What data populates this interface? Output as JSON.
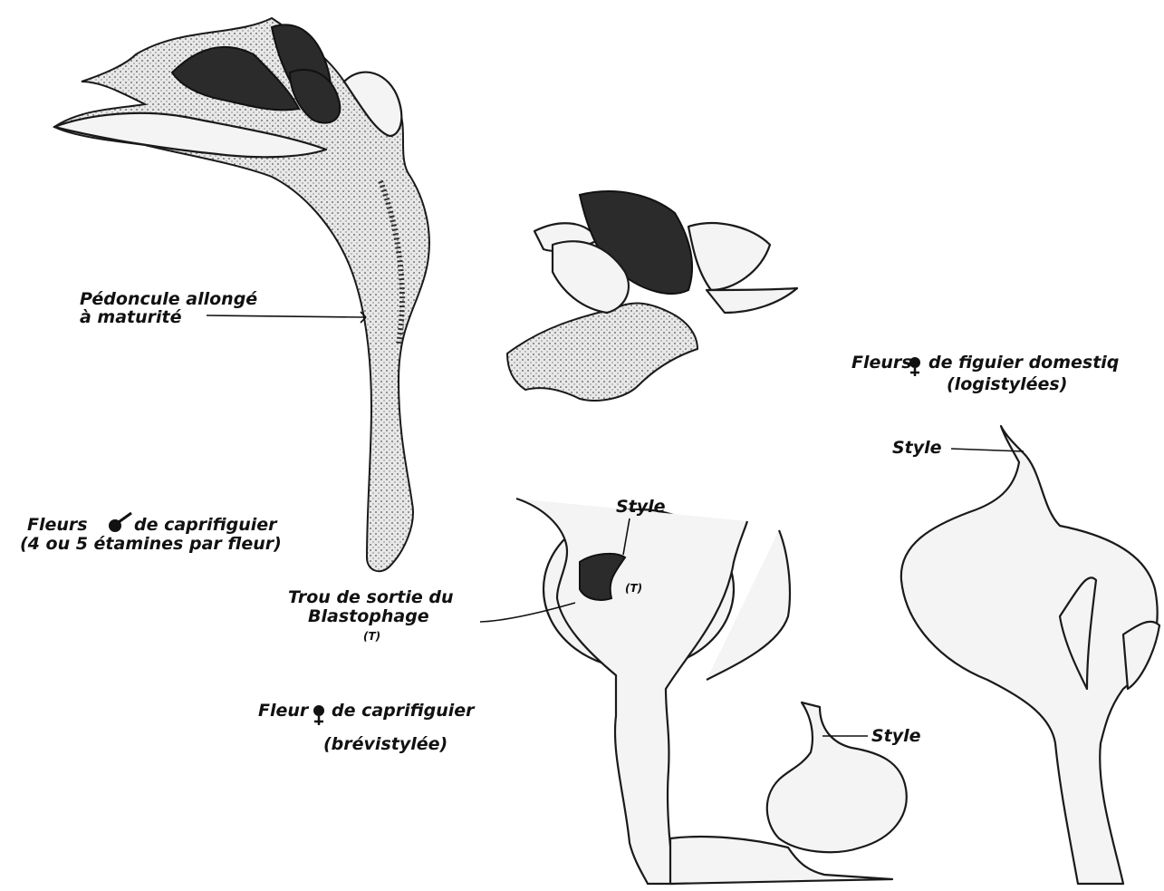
{
  "figure": {
    "labels": {
      "peduncle_line1": "Pédoncule allongé",
      "peduncle_line2": "à maturité",
      "male_flowers_line1": "Fleurs",
      "male_flowers_line1b": "de caprifiguier",
      "male_flowers_line2": "(4 ou 5 étamines par fleur)",
      "exit_hole_line1": "Trou de sortie du",
      "exit_hole_line2": "Blastophage",
      "exit_hole_line3": "(T)",
      "hole_marker": "(T)",
      "style_center": "Style",
      "female_capri_line1a": "Fleur",
      "female_capri_line1b": "de caprifiguier",
      "female_capri_line2": "(brévistylée)",
      "style_bottom": "Style",
      "domestic_line1a": "Fleurs",
      "domestic_line1b": "de figuier domestiq",
      "domestic_line2": "(logistylées)",
      "style_right": "Style"
    }
  }
}
